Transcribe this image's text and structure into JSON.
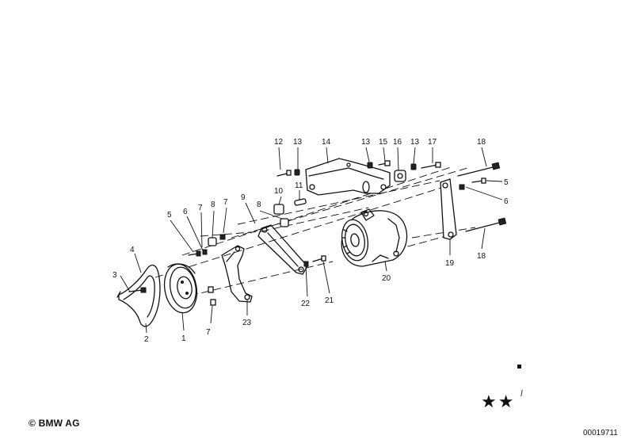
{
  "labels": [
    "1",
    "2",
    "3",
    "4",
    "5",
    "6",
    "7",
    "7",
    "8",
    "8",
    "9",
    "10",
    "11",
    "12",
    "13",
    "13",
    "13",
    "14",
    "15",
    "16",
    "17",
    "18",
    "18",
    "5",
    "6",
    "19",
    "20",
    "21",
    "22",
    "23"
  ],
  "footer": {
    "copyright": "© BMW AG",
    "doc_number": "00019711",
    "stars": "★★"
  }
}
